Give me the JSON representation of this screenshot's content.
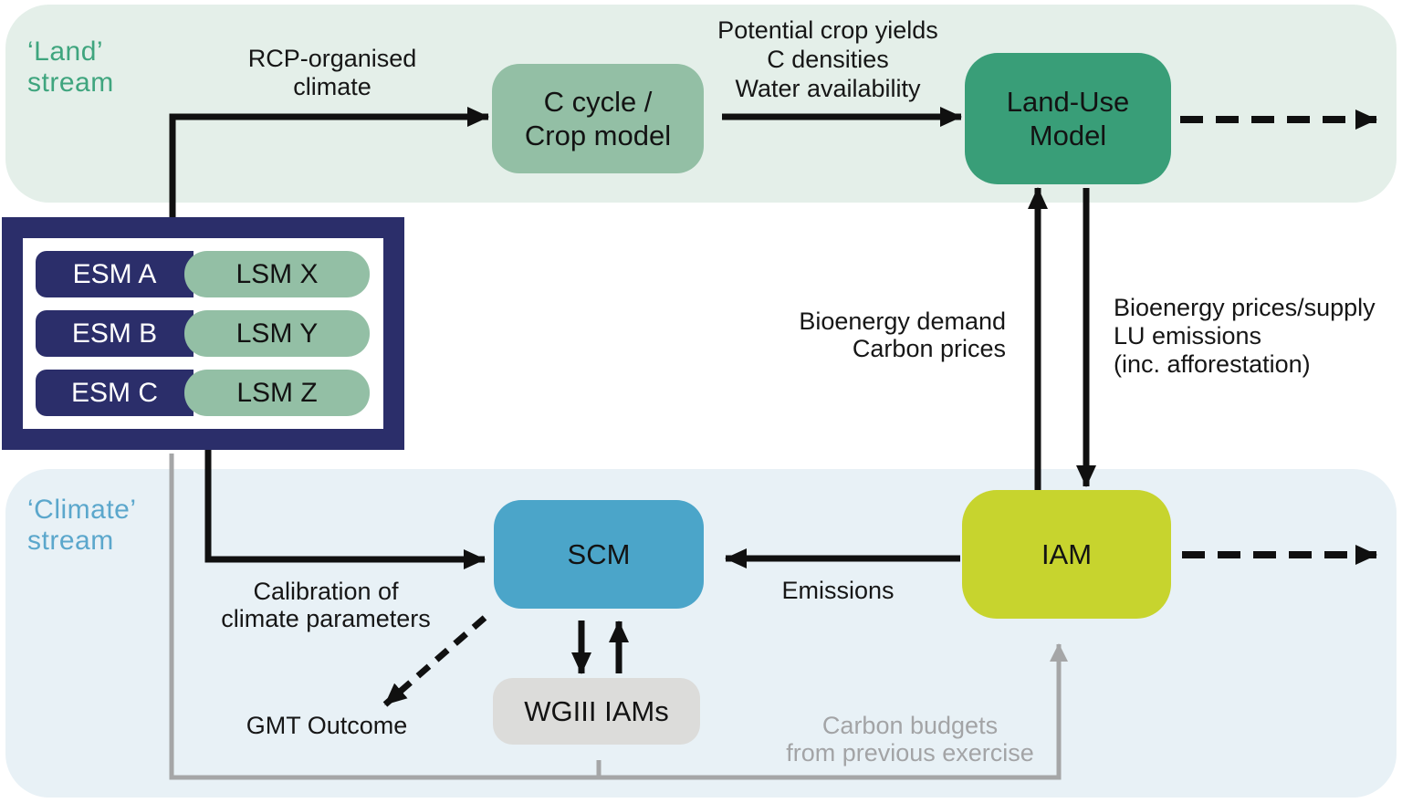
{
  "streams": {
    "land": {
      "label": "‘Land’\nstream",
      "label_color": "#3fa57e",
      "band_color": "#e4efe9"
    },
    "climate": {
      "label": "‘Climate’\nstream",
      "label_color": "#5ba7cc",
      "band_color": "#e8f1f6"
    }
  },
  "boxes": {
    "c_cycle": {
      "label": "C cycle /\nCrop model",
      "color": "#93bfa5"
    },
    "land_use": {
      "label": "Land-Use\nModel",
      "color": "#399e78"
    },
    "scm": {
      "label": "SCM",
      "color": "#4ba5c9"
    },
    "iam": {
      "label": "IAM",
      "color": "#c7d42e"
    },
    "wgiii": {
      "label": "WGIII IAMs",
      "color": "#dcdcda"
    }
  },
  "esm_lsm": {
    "panel_color": "#2b2e6a",
    "rows": [
      {
        "esm": "ESM A",
        "lsm": "LSM X"
      },
      {
        "esm": "ESM B",
        "lsm": "LSM Y"
      },
      {
        "esm": "ESM C",
        "lsm": "LSM Z"
      }
    ]
  },
  "labels": {
    "rcp": "RCP-organised\nclimate",
    "crop_outputs": "Potential crop yields\nC densities\nWater availability",
    "bioenergy_demand": "Bioenergy demand\nCarbon prices",
    "bioenergy_prices": "Bioenergy prices/supply\nLU emissions\n(inc. afforestation)",
    "emissions": "Emissions",
    "calibration": "Calibration of\nclimate parameters",
    "gmt_outcome": "GMT Outcome",
    "carbon_budgets": "Carbon budgets\nfrom previous exercise"
  },
  "arrow_colors": {
    "black": "#101010",
    "gray": "#a5a6a7"
  }
}
